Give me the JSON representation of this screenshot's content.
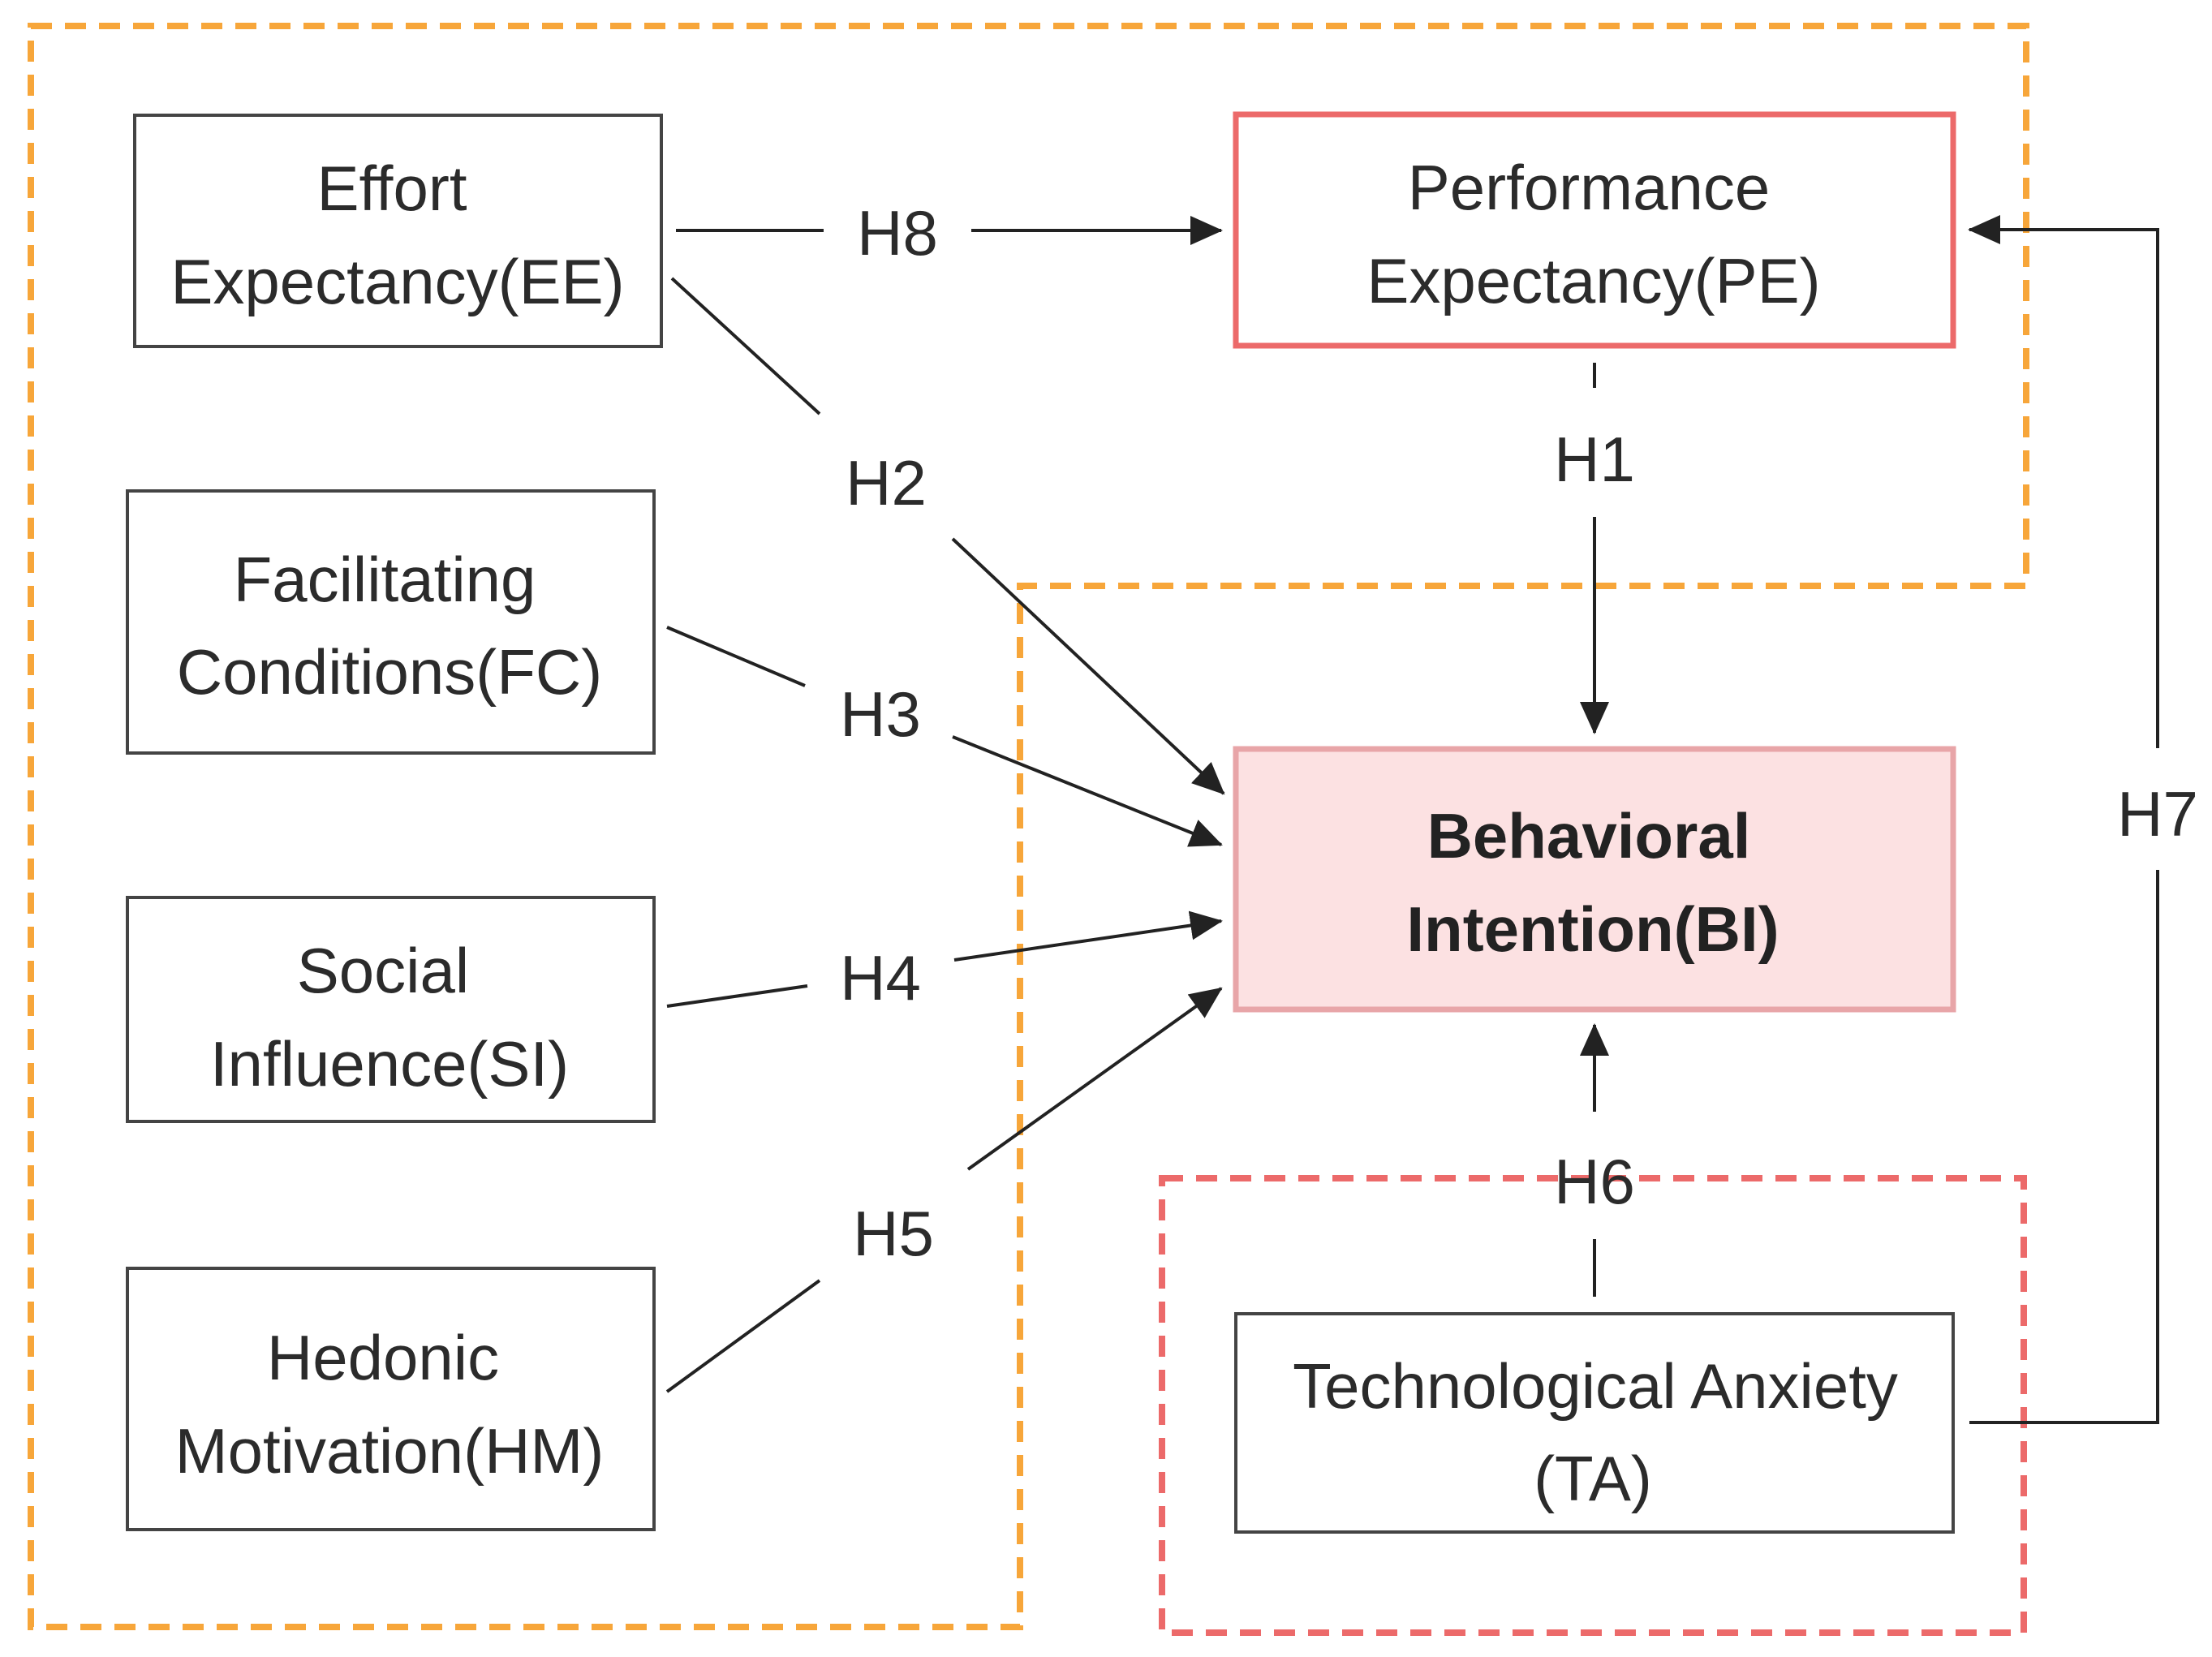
{
  "colors": {
    "orange_dashed": "#f7a63a",
    "red_dashed": "#ec6a6a",
    "pe_border": "#ec6a6a",
    "bi_fill": "#fce1e2",
    "bi_border": "#e8a5a8",
    "box_border": "#444444",
    "line": "#222222"
  },
  "nodes": {
    "ee": {
      "line1": "Effort",
      "line2": "Expectancy(EE)"
    },
    "fc": {
      "line1": "Facilitating",
      "line2": "Conditions(FC)"
    },
    "si": {
      "line1": "Social",
      "line2": "Influence(SI)"
    },
    "hm": {
      "line1": "Hedonic",
      "line2": "Motivation(HM)"
    },
    "pe": {
      "line1": "Performance",
      "line2": "Expectancy(PE)"
    },
    "bi": {
      "line1": "Behavioral",
      "line2": "Intention(BI)"
    },
    "ta": {
      "line1": "Technological Anxiety",
      "line2": "(TA)"
    }
  },
  "hypotheses": {
    "h1": "H1",
    "h2": "H2",
    "h3": "H3",
    "h4": "H4",
    "h5": "H5",
    "h6": "H6",
    "h7": "H7",
    "h8": "H8"
  }
}
